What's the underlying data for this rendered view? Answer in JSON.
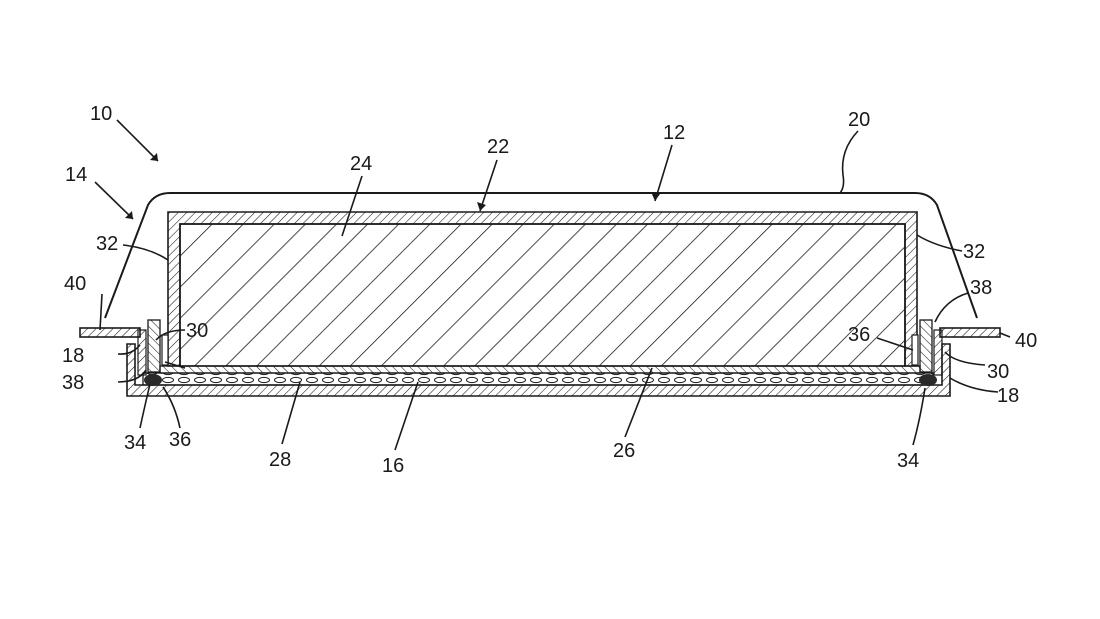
{
  "figure": {
    "labels": {
      "l10": "10",
      "l12": "12",
      "l14": "14",
      "l16": "16",
      "l18a": "18",
      "l18b": "18",
      "l20": "20",
      "l22": "22",
      "l24": "24",
      "l26": "26",
      "l28": "28",
      "l30a": "30",
      "l30b": "30",
      "l32a": "32",
      "l32b": "32",
      "l34a": "34",
      "l34b": "34",
      "l36a": "36",
      "l36b": "36",
      "l38a": "38",
      "l38b": "38",
      "l40a": "40",
      "l40b": "40"
    }
  }
}
